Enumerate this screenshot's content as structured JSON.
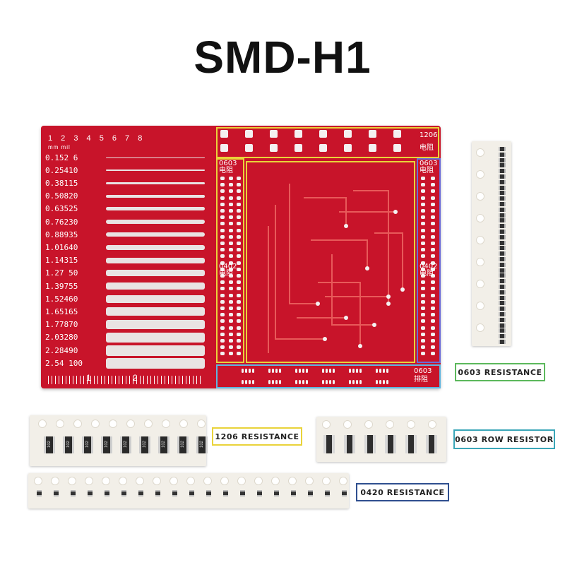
{
  "title": "SMD-H1",
  "pcb": {
    "ruler_numbers": "1 2 3 4 5 6 7 8",
    "ruler_units": "mm  mil",
    "scale_labels": [
      "0.152 6",
      "0.25410",
      "0.38115",
      "0.50820",
      "0.63525",
      "0.76230",
      "0.88935",
      "1.01640",
      "1.14315",
      "1.27 50",
      "1.39755",
      "1.52460",
      "1.65165",
      "1.77870",
      "2.03280",
      "2.28490",
      "2.54 100"
    ],
    "bottom_ruler_marks": [
      "1",
      "2"
    ],
    "zone_labels": {
      "r1206": "1206",
      "r1206_cn": "电阻",
      "left_0603": "0603",
      "left_0603_cn": "电阻",
      "left_0402": "0402",
      "left_0402_cn": "电阻",
      "right_0603": "0603",
      "right_0603_cn": "电阻",
      "right_0402": "0402",
      "right_0402_cn": "电阻",
      "row_0603": "0603",
      "row_0603_cn": "排阻"
    }
  },
  "labels": {
    "r0603": "0603 RESISTANCE",
    "r1206": "1206 RESISTANCE",
    "row0603": "0603 ROW RESISTOR",
    "r0420": "0420 RESISTANCE"
  },
  "chip_marking": "102",
  "colors": {
    "pcb": "#c8142a",
    "label_green": "#5cb85c",
    "label_yellow": "#e9d33a",
    "label_teal": "#3aa6b8",
    "label_navy": "#2f4f8f"
  }
}
